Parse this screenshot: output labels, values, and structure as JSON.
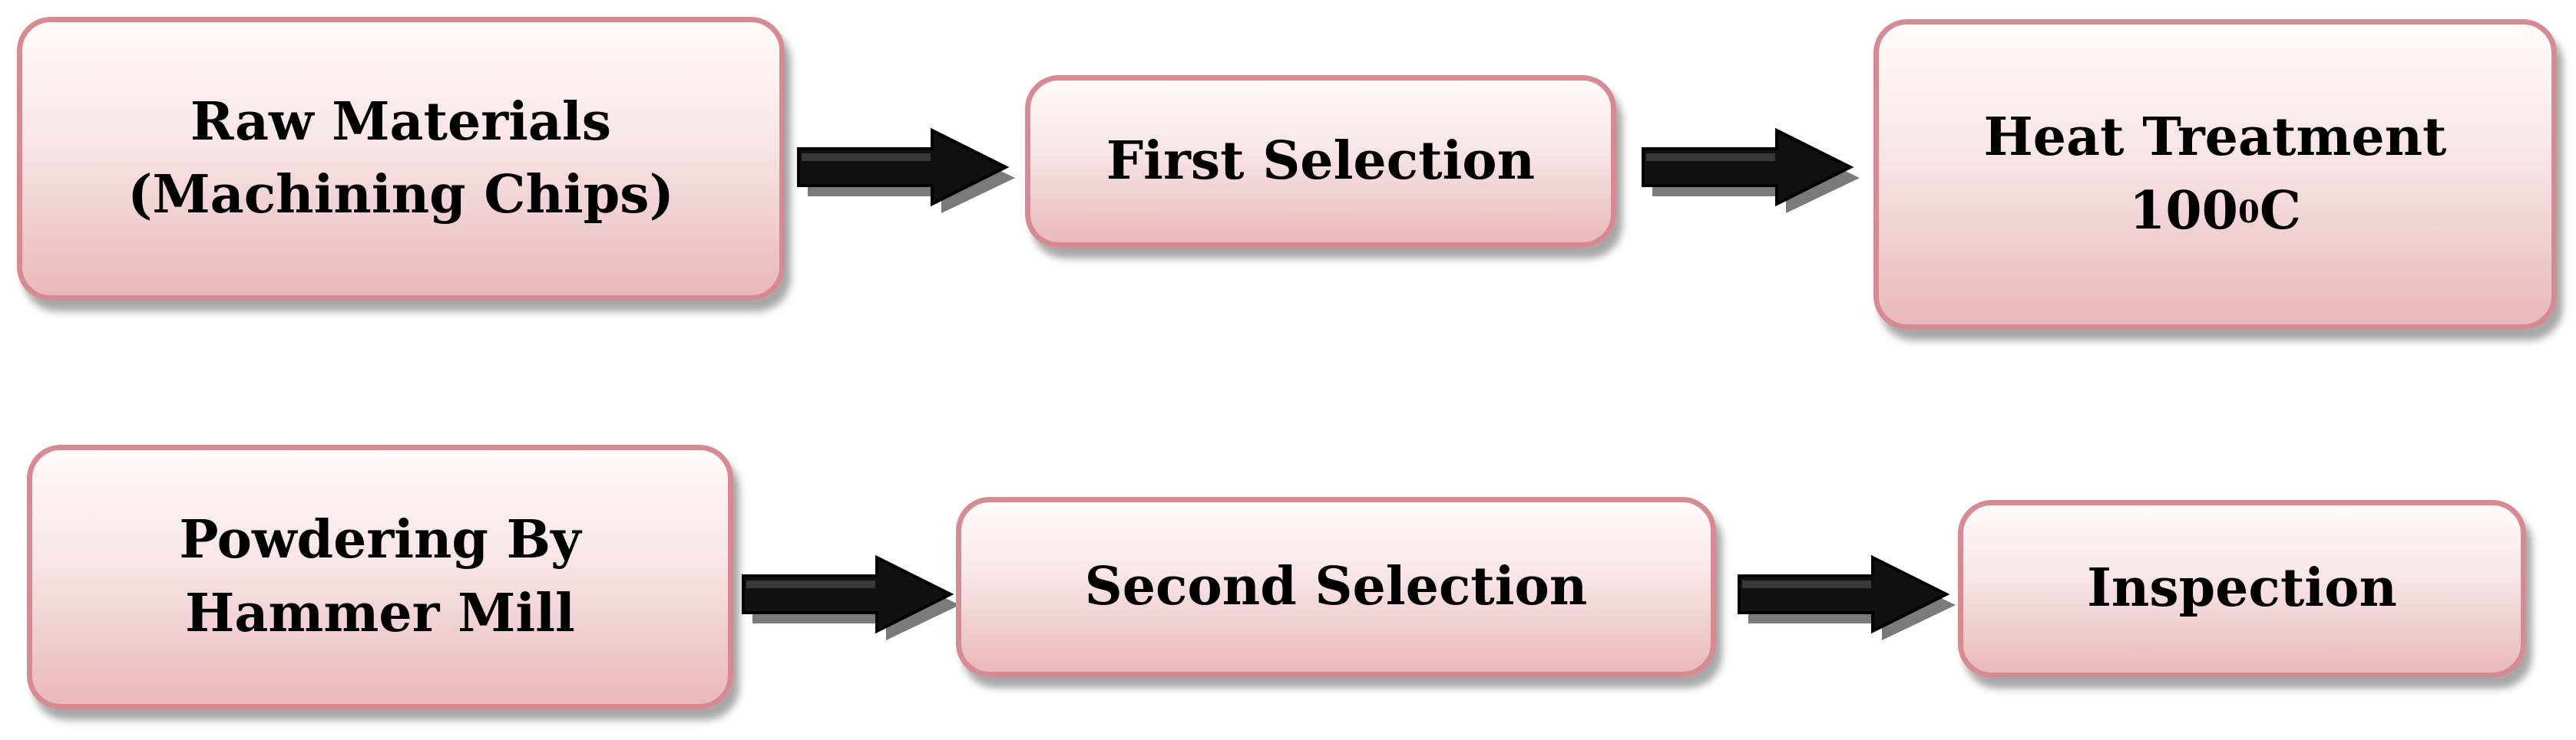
{
  "steps": {
    "raw_materials": {
      "line1": "Raw Materials",
      "line2": "(Machining Chips)"
    },
    "first_selection": {
      "label": "First Selection"
    },
    "heat_treatment": {
      "line1": "Heat Treatment",
      "temp_value": "100",
      "temp_superscript": "0",
      "temp_unit": "C"
    },
    "powdering": {
      "line1": "Powdering By",
      "line2": "Hammer Mill"
    },
    "second_selection": {
      "label": "Second Selection"
    },
    "inspection": {
      "label": "Inspection"
    }
  },
  "colors": {
    "box_border": "#d68a92",
    "box_fill_top": "#fefafa",
    "box_fill_bottom": "#e9b8bd",
    "arrow": "#111111"
  },
  "flow": [
    [
      "raw_materials",
      "first_selection"
    ],
    [
      "first_selection",
      "heat_treatment"
    ],
    [
      "powdering",
      "second_selection"
    ],
    [
      "second_selection",
      "inspection"
    ]
  ]
}
